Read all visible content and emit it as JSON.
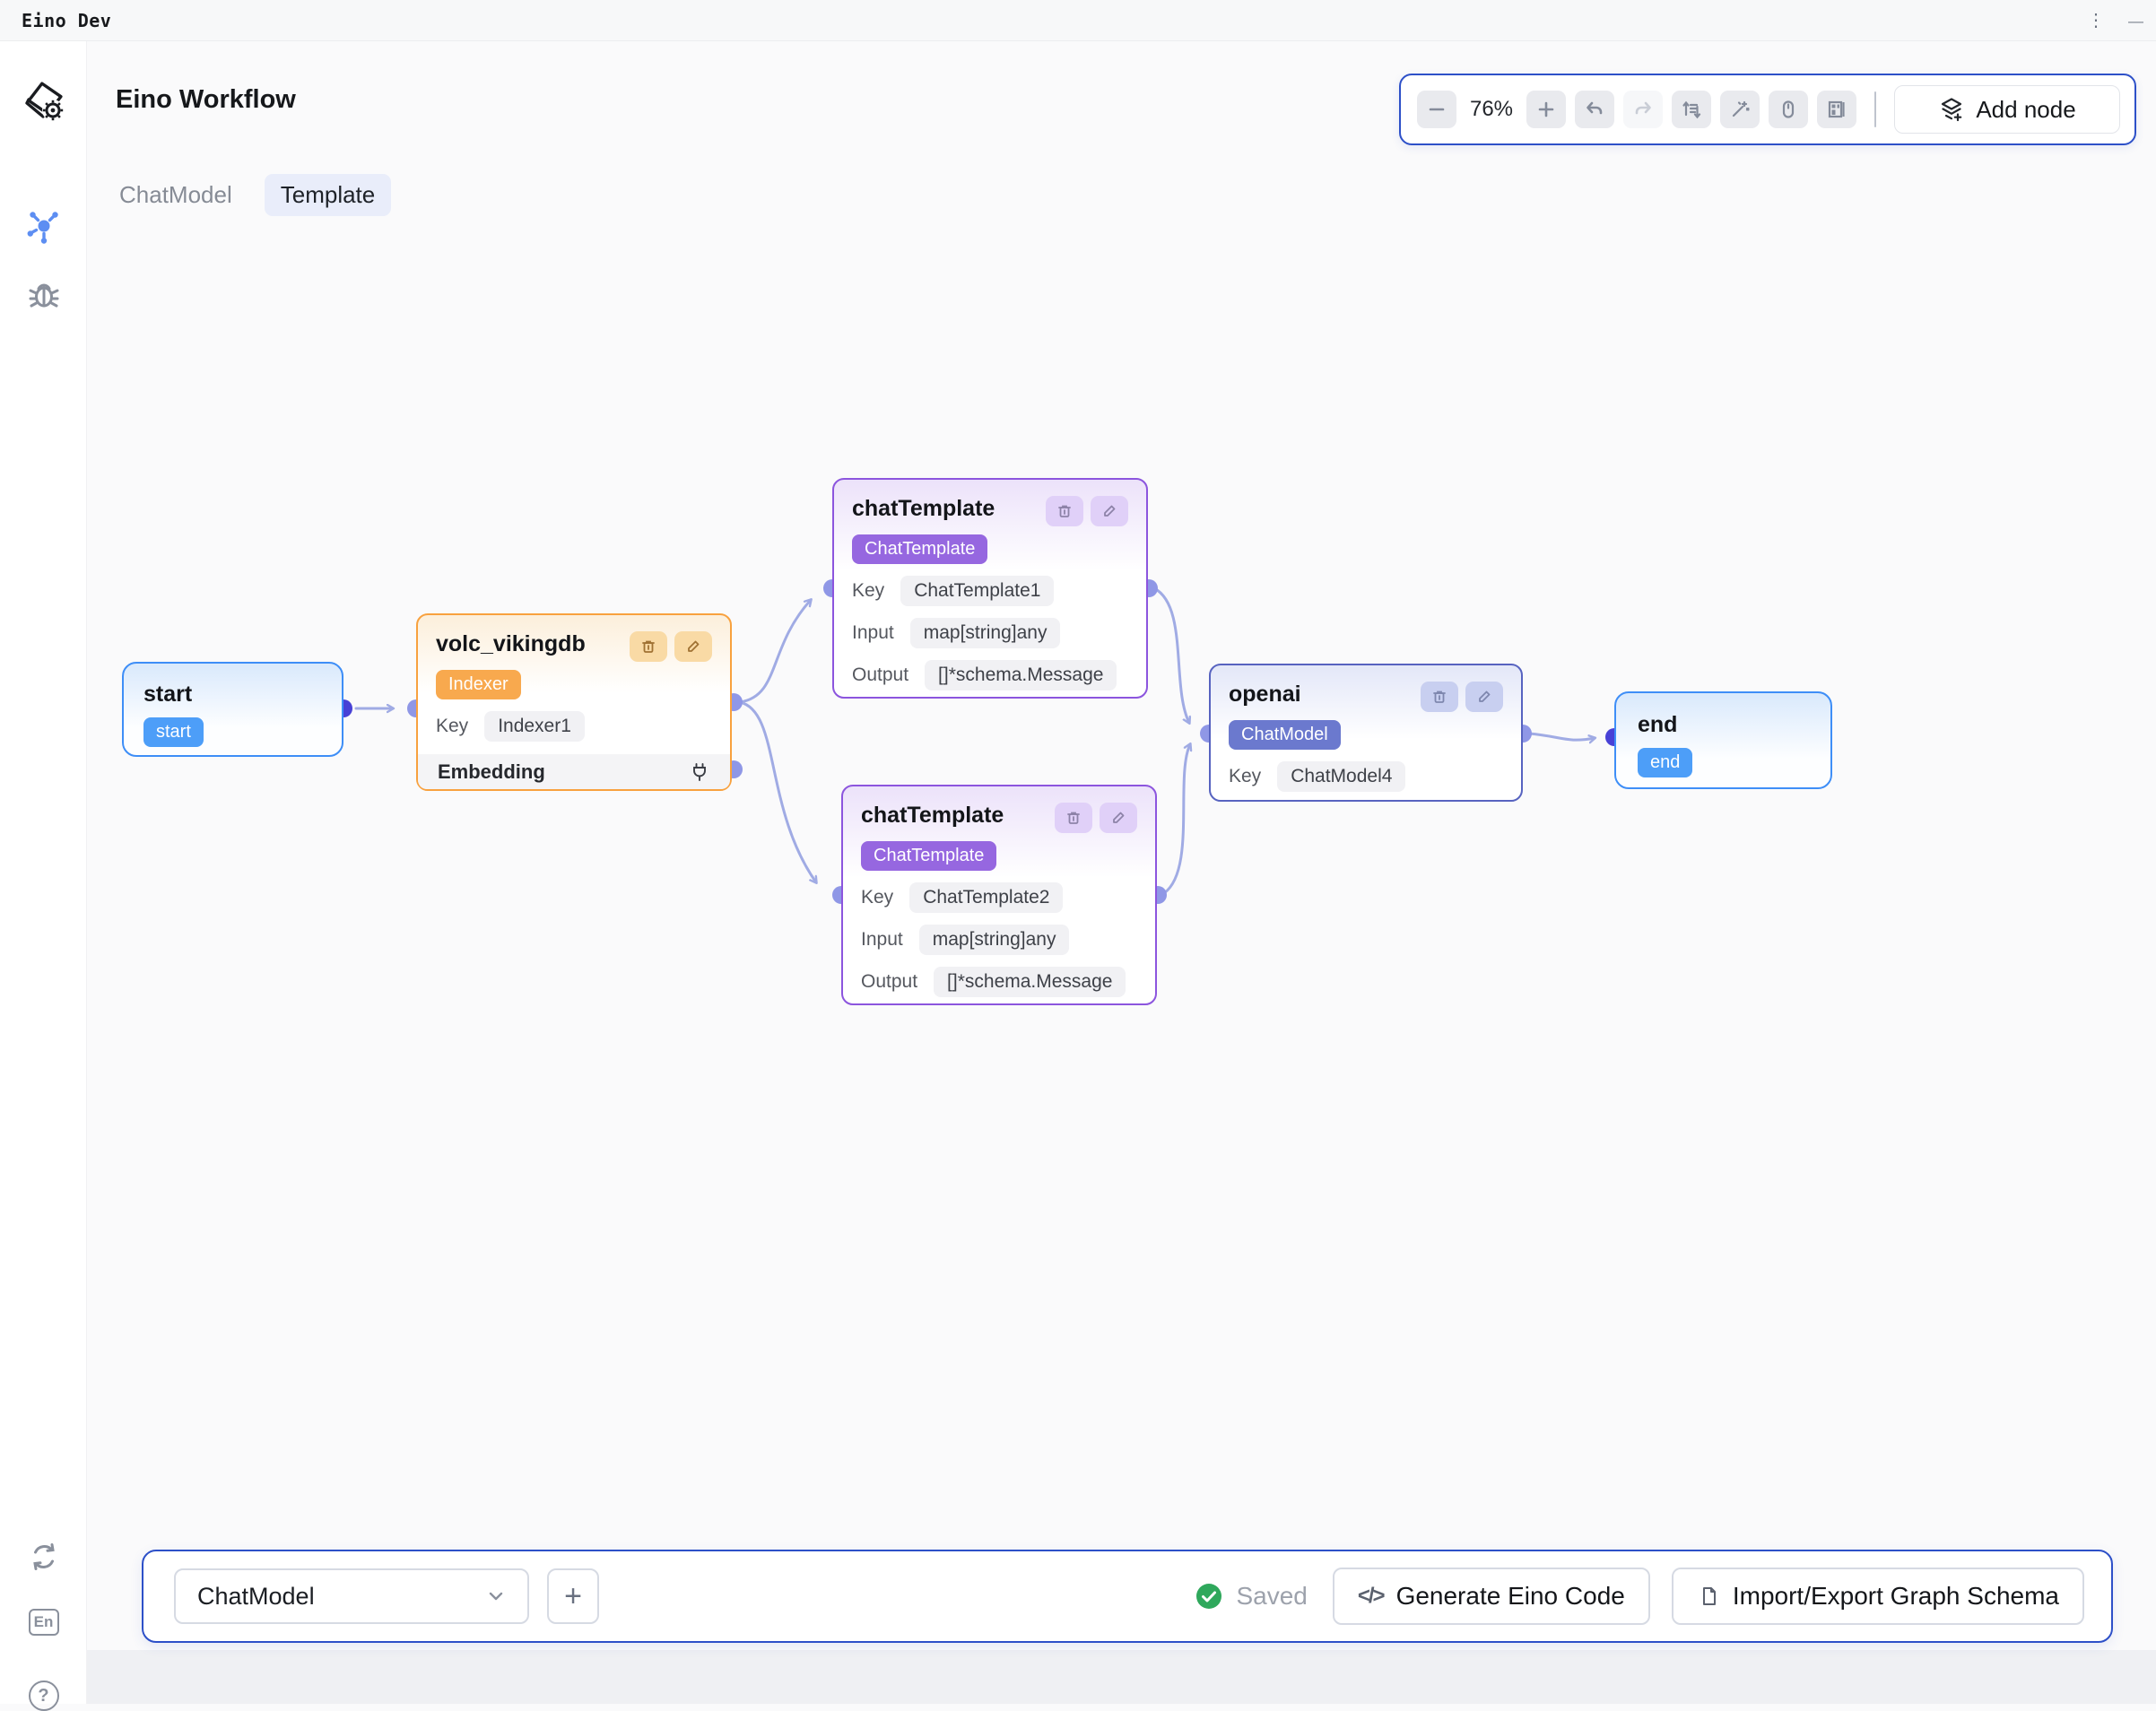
{
  "window": {
    "title": "Eino Dev",
    "more_icon_glyph": "⋮",
    "minimize_icon_glyph": "—"
  },
  "header": {
    "title": "Eino Workflow"
  },
  "sidebar": {
    "language_label": "En",
    "help_label": "?"
  },
  "toolbar": {
    "zoom_level": "76%",
    "add_node_label": "Add node"
  },
  "tabs": [
    {
      "label": "ChatModel",
      "active": false
    },
    {
      "label": "Template",
      "active": true
    }
  ],
  "nodes": {
    "start": {
      "title": "start",
      "badge": "start"
    },
    "volc": {
      "title": "volc_vikingdb",
      "badge": "Indexer",
      "key_label": "Key",
      "key_value": "Indexer1",
      "section_label": "Embedding"
    },
    "chat_template_1": {
      "title": "chatTemplate",
      "badge": "ChatTemplate",
      "key_label": "Key",
      "key_value": "ChatTemplate1",
      "input_label": "Input",
      "input_value": "map[string]any",
      "output_label": "Output",
      "output_value": "[]*schema.Message"
    },
    "chat_template_2": {
      "title": "chatTemplate",
      "badge": "ChatTemplate",
      "key_label": "Key",
      "key_value": "ChatTemplate2",
      "input_label": "Input",
      "input_value": "map[string]any",
      "output_label": "Output",
      "output_value": "[]*schema.Message"
    },
    "openai": {
      "title": "openai",
      "badge": "ChatModel",
      "key_label": "Key",
      "key_value": "ChatModel4"
    },
    "end": {
      "title": "end",
      "badge": "end"
    }
  },
  "bottom_bar": {
    "selected_graph": "ChatModel",
    "add_button_glyph": "+",
    "status": "Saved",
    "code_icon_glyph": "</>",
    "generate_button": "Generate Eino Code",
    "import_export_button": "Import/Export Graph Schema"
  },
  "colors": {
    "accent_blue": "#2D50C8",
    "node_blue": "#3E8EF7",
    "node_orange": "#F8A13E",
    "node_purple": "#8C55DE",
    "node_indigo": "#5763C0",
    "edge": "#A0ABE4",
    "port_dark": "#4841D6",
    "port_light": "#8F97E6",
    "saved_green": "#2FA85C"
  }
}
